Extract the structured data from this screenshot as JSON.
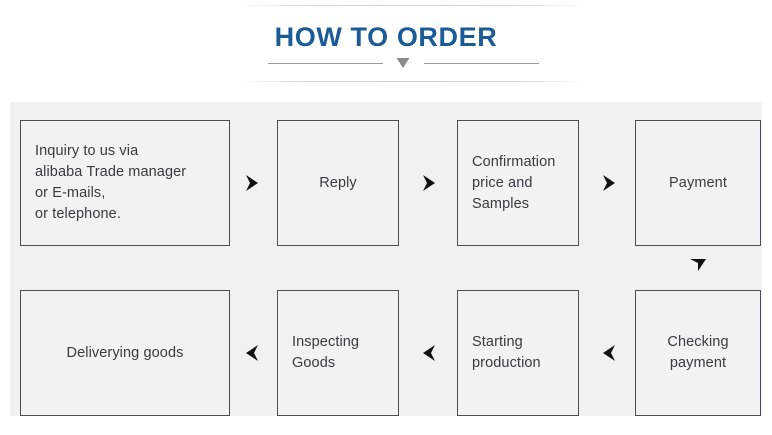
{
  "header": {
    "title": "HOW TO ORDER",
    "divider_icon": "chevron-down-icon"
  },
  "flow": {
    "steps": [
      {
        "id": "inquiry",
        "label": "Inquiry to us via\nalibaba Trade manager\nor E-mails,\nor telephone.",
        "align": "left"
      },
      {
        "id": "reply",
        "label": "Reply",
        "align": "center"
      },
      {
        "id": "confirmation",
        "label": "Confirmation\nprice and\nSamples",
        "align": "left"
      },
      {
        "id": "payment",
        "label": "Payment",
        "align": "center"
      },
      {
        "id": "checking",
        "label": "Checking\npayment",
        "align": "center"
      },
      {
        "id": "production",
        "label": "Starting\nproduction",
        "align": "left"
      },
      {
        "id": "inspecting",
        "label": "Inspecting\nGoods",
        "align": "left"
      },
      {
        "id": "delivering",
        "label": "Deliverying goods",
        "align": "center"
      }
    ],
    "connectors": [
      {
        "id": "inquiry-to-reply",
        "icon": "arrow-right-icon"
      },
      {
        "id": "reply-to-confirmation",
        "icon": "arrow-right-icon"
      },
      {
        "id": "confirmation-to-payment",
        "icon": "arrow-right-icon"
      },
      {
        "id": "payment-to-checking",
        "icon": "arrow-down-icon"
      },
      {
        "id": "checking-to-production",
        "icon": "arrow-left-icon"
      },
      {
        "id": "production-to-inspecting",
        "icon": "arrow-left-icon"
      },
      {
        "id": "inspecting-to-delivering",
        "icon": "arrow-left-icon"
      }
    ]
  },
  "colors": {
    "title": "#1c5c96",
    "panel_bg": "#f1f0f3",
    "box_border": "#4d4b56",
    "box_text": "#3a3a42",
    "arrow": "#111111",
    "divider_line": "#9a9a9e",
    "divider_chevron": "#8a8a8e"
  }
}
